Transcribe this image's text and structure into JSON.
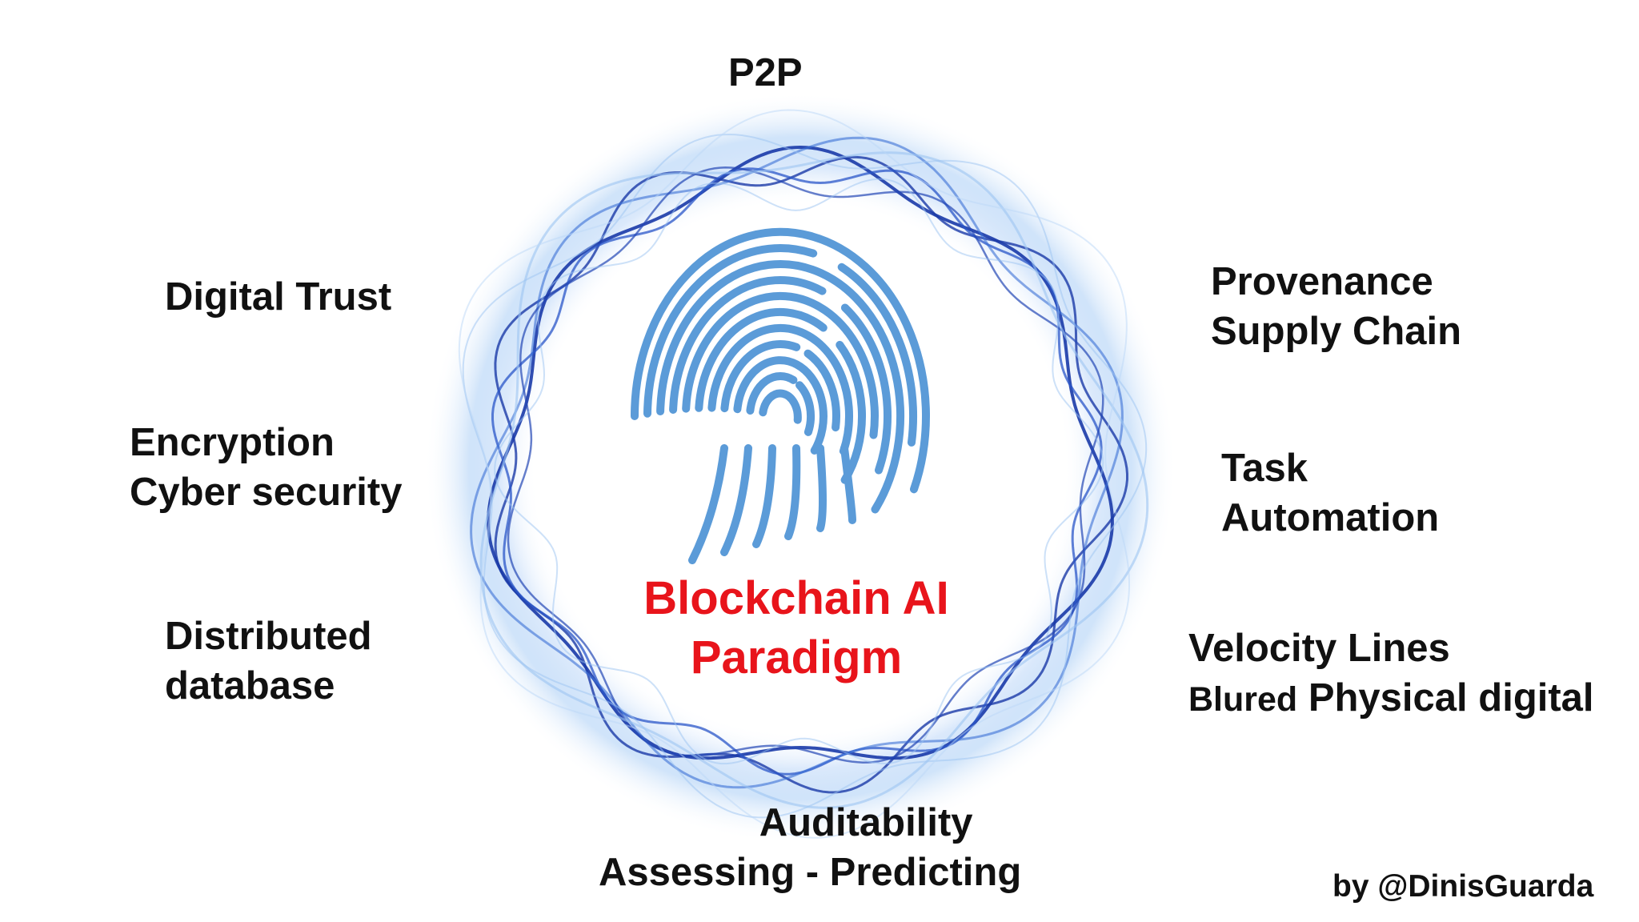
{
  "center": {
    "line1": "Blockchain AI",
    "line2": "Paradigm",
    "color": "#e8141b"
  },
  "labels": {
    "p2p": "P2P",
    "digital_trust": "Digital Trust",
    "encryption": "Encryption",
    "cyber_security": "Cyber security",
    "distributed": "Distributed",
    "database": "database",
    "provenance": "Provenance",
    "supply_chain": "Supply Chain",
    "task": "Task",
    "automation": "Automation",
    "velocity_lines": "Velocity Lines",
    "blured": "Blured",
    "physical_digital": "Physical digital",
    "auditability": "Auditability",
    "assessing_predicting": "Assessing - Predicting"
  },
  "credit": "by @DinisGuarda",
  "icons": {
    "center_icon": "fingerprint-icon",
    "ring": "wavy-blue-ring"
  },
  "colors": {
    "ring_dark": "#1a3aa8",
    "ring_light": "#9cc4f2",
    "fingerprint": "#5b9bd8",
    "text": "#111111"
  }
}
